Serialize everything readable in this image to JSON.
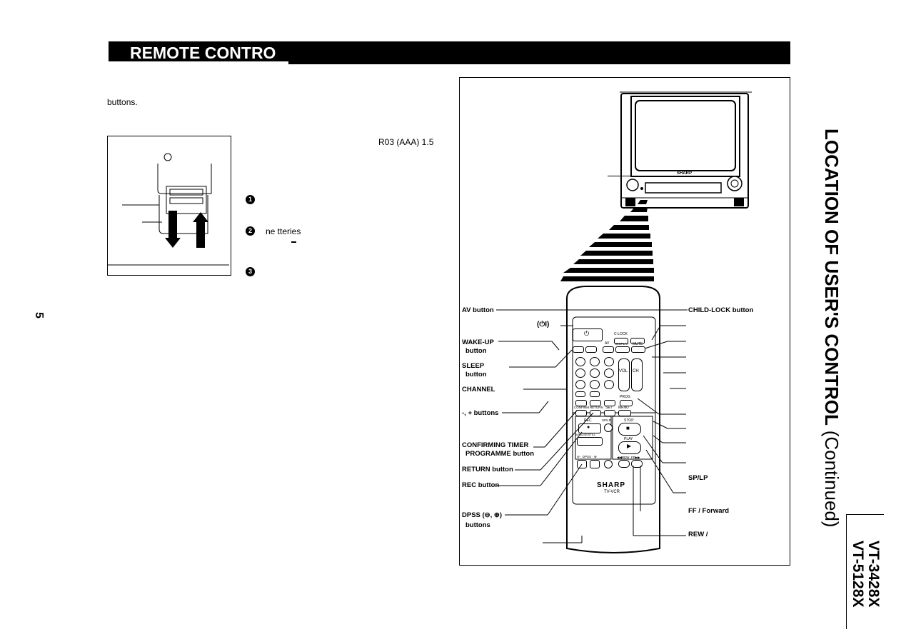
{
  "header": {
    "title": "REMOTE CONTRO"
  },
  "left": {
    "intro": "buttons.",
    "battery_spec": "R03 (AAA) 1.5",
    "steps": [
      {
        "num": "1",
        "text": ""
      },
      {
        "num": "2",
        "text": "ne     tteries"
      },
      {
        "num": "3",
        "text": ""
      }
    ],
    "page_number": "5"
  },
  "side": {
    "title": "LOCATION OF USER'S CONTROL",
    "subtitle": "(Continued)",
    "model1": "VT-3428X",
    "model2": "VT-5128X"
  },
  "remote": {
    "brand": "SHARP",
    "sub": "TV-VCR",
    "tv_brand": "SHARP",
    "power_symbol": "(⏻I)",
    "labels_left": [
      "AV button",
      "WAKE-UP",
      "button",
      "SLEEP",
      "button",
      "CHANNEL",
      "-, + buttons",
      "CONFIRMING TIMER",
      "PROGRAMME button",
      "RETURN button",
      "REC button",
      "DPSS (⊖, ⊕)",
      "buttons"
    ],
    "labels_right": [
      "CHILD-LOCK button",
      "SP/LP",
      "FF        / Forward",
      "REW         /"
    ],
    "key_labels": {
      "clock": "C-LOCK",
      "display": "DISPLAY",
      "mute": "MUTE",
      "av": "AV",
      "vol": "VOL",
      "ch": "CH",
      "prog": "PROG",
      "confirm": "CONFIRM",
      "return": "RETURN",
      "set": "SET",
      "menu": "MENU",
      "rec": "REC",
      "splp": "SP/LP",
      "stop": "STOP",
      "pause": "II/PAUSE/STILL",
      "play": "PLAY",
      "dpss": "⊖ · DPSS · ⊕",
      "rew": "◀◀REW",
      "ff": "FF▶▶"
    }
  }
}
